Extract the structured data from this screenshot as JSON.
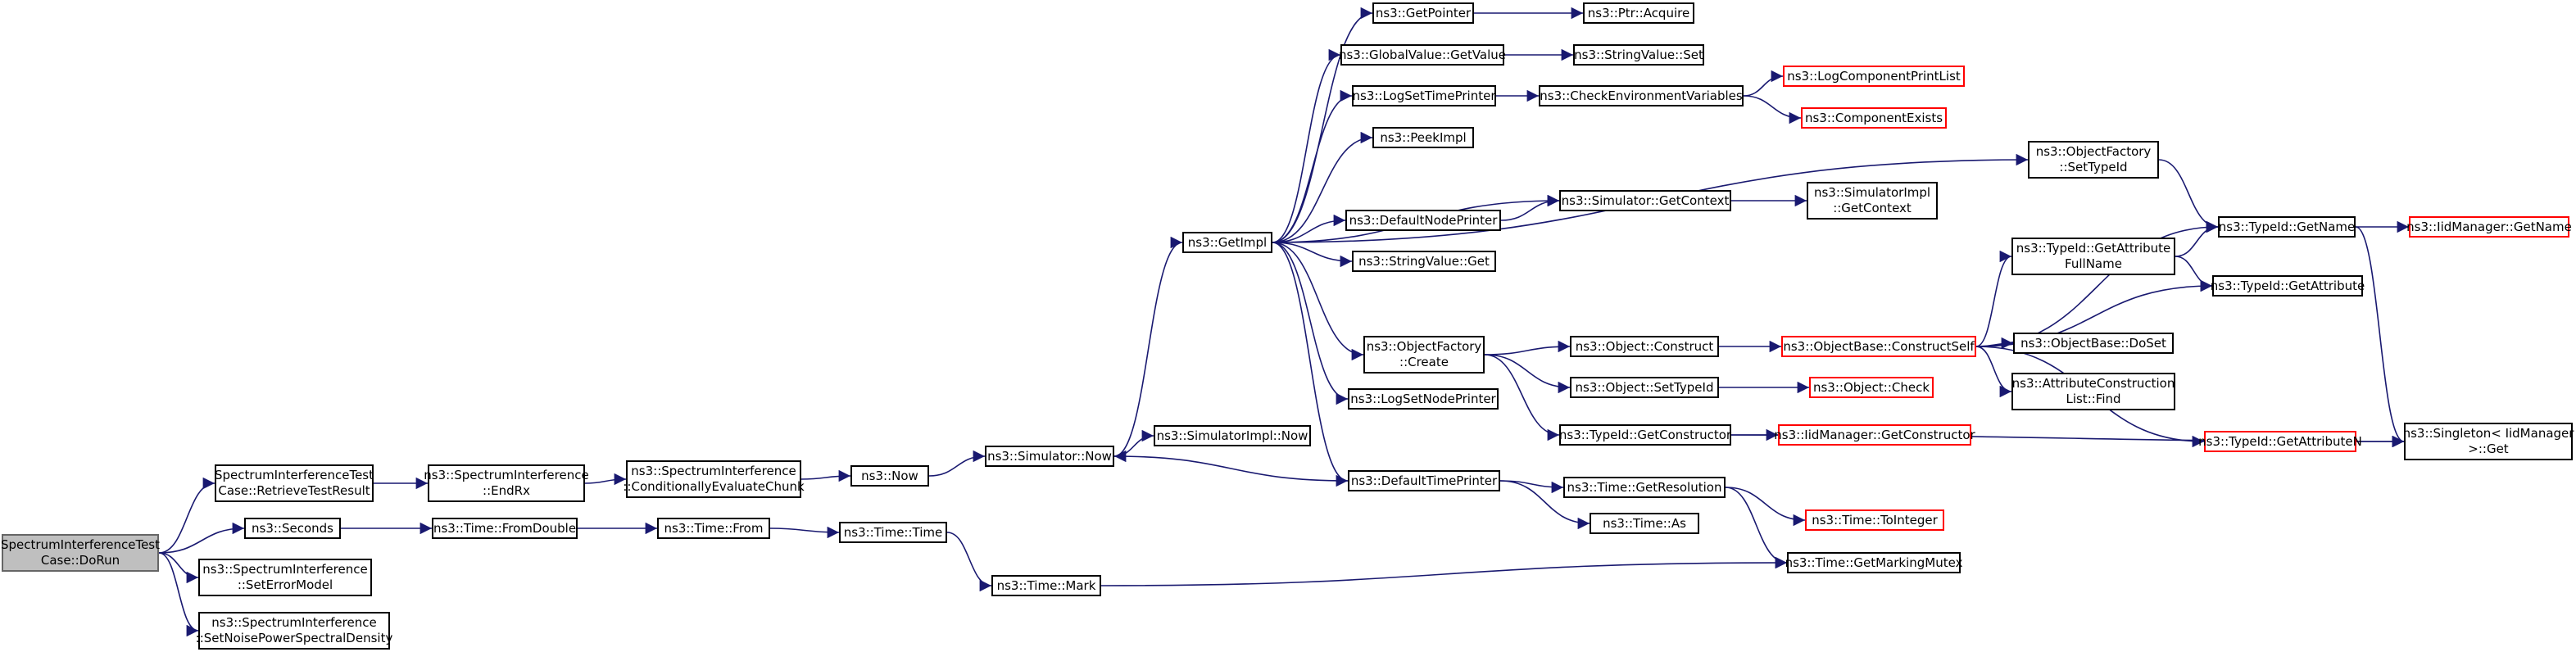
{
  "colors": {
    "edge": "#191970",
    "node_border": "#000000",
    "node_border_incomplete": "#ff0000",
    "root_fill": "#bfbfbf",
    "root_border": "#666666"
  },
  "nodes": [
    {
      "id": "doRun",
      "lines": [
        "SpectrumInterferenceTest",
        "Case::DoRun"
      ],
      "root": true
    },
    {
      "id": "retrieve",
      "lines": [
        "SpectrumInterferenceTest",
        "Case::RetrieveTestResult"
      ]
    },
    {
      "id": "seconds",
      "lines": [
        "ns3::Seconds"
      ]
    },
    {
      "id": "setErr",
      "lines": [
        "ns3::SpectrumInterference",
        "::SetErrorModel"
      ]
    },
    {
      "id": "setNoise",
      "lines": [
        "ns3::SpectrumInterference",
        "::SetNoisePowerSpectralDensity"
      ]
    },
    {
      "id": "endRx",
      "lines": [
        "ns3::SpectrumInterference",
        "::EndRx"
      ]
    },
    {
      "id": "fromDouble",
      "lines": [
        "ns3::Time::FromDouble"
      ]
    },
    {
      "id": "condEval",
      "lines": [
        "ns3::SpectrumInterference",
        "::ConditionallyEvaluateChunk"
      ]
    },
    {
      "id": "from",
      "lines": [
        "ns3::Time::From"
      ]
    },
    {
      "id": "now",
      "lines": [
        "ns3::Now"
      ]
    },
    {
      "id": "timeTime",
      "lines": [
        "ns3::Time::Time"
      ]
    },
    {
      "id": "simNow",
      "lines": [
        "ns3::Simulator::Now"
      ]
    },
    {
      "id": "mark",
      "lines": [
        "ns3::Time::Mark"
      ]
    },
    {
      "id": "simImplNow",
      "lines": [
        "ns3::SimulatorImpl::Now"
      ]
    },
    {
      "id": "getImpl",
      "lines": [
        "ns3::GetImpl"
      ]
    },
    {
      "id": "getPointer",
      "lines": [
        "ns3::GetPointer"
      ]
    },
    {
      "id": "gvGetValue",
      "lines": [
        "ns3::GlobalValue::GetValue"
      ]
    },
    {
      "id": "logSetTime",
      "lines": [
        "ns3::LogSetTimePrinter"
      ]
    },
    {
      "id": "peekImpl",
      "lines": [
        "ns3::PeekImpl"
      ]
    },
    {
      "id": "defNode",
      "lines": [
        "ns3::DefaultNodePrinter"
      ]
    },
    {
      "id": "svGet",
      "lines": [
        "ns3::StringValue::Get"
      ]
    },
    {
      "id": "ofCreate",
      "lines": [
        "ns3::ObjectFactory",
        "::Create"
      ]
    },
    {
      "id": "logSetNode",
      "lines": [
        "ns3::LogSetNodePrinter"
      ]
    },
    {
      "id": "defTime",
      "lines": [
        "ns3::DefaultTimePrinter"
      ]
    },
    {
      "id": "ptrAcquire",
      "lines": [
        "ns3::Ptr::Acquire"
      ]
    },
    {
      "id": "svSet",
      "lines": [
        "ns3::StringValue::Set"
      ]
    },
    {
      "id": "checkEnv",
      "lines": [
        "ns3::CheckEnvironmentVariables"
      ]
    },
    {
      "id": "simGetCtx",
      "lines": [
        "ns3::Simulator::GetContext"
      ]
    },
    {
      "id": "objConstruct",
      "lines": [
        "ns3::Object::Construct"
      ]
    },
    {
      "id": "objSetTypeId",
      "lines": [
        "ns3::Object::SetTypeId"
      ]
    },
    {
      "id": "tidGetCtor",
      "lines": [
        "ns3::TypeId::GetConstructor"
      ]
    },
    {
      "id": "getRes",
      "lines": [
        "ns3::Time::GetResolution"
      ]
    },
    {
      "id": "timeAs",
      "lines": [
        "ns3::Time::As"
      ]
    },
    {
      "id": "getMarkMutex",
      "lines": [
        "ns3::Time::GetMarkingMutex"
      ]
    },
    {
      "id": "logCompList",
      "lines": [
        "ns3::LogComponentPrintList"
      ],
      "incomplete": true
    },
    {
      "id": "compExists",
      "lines": [
        "ns3::ComponentExists"
      ],
      "incomplete": true
    },
    {
      "id": "simImplGetCtx",
      "lines": [
        "ns3::SimulatorImpl",
        "::GetContext"
      ]
    },
    {
      "id": "obConstructSelf",
      "lines": [
        "ns3::ObjectBase::ConstructSelf"
      ],
      "incomplete": true
    },
    {
      "id": "objCheck",
      "lines": [
        "ns3::Object::Check"
      ],
      "incomplete": true
    },
    {
      "id": "iidGetCtor",
      "lines": [
        "ns3::IidManager::GetConstructor"
      ],
      "incomplete": true
    },
    {
      "id": "toInteger",
      "lines": [
        "ns3::Time::ToInteger"
      ],
      "incomplete": true
    },
    {
      "id": "ofSetTypeId",
      "lines": [
        "ns3::ObjectFactory",
        "::SetTypeId"
      ]
    },
    {
      "id": "tidGetAttrFull",
      "lines": [
        "ns3::TypeId::GetAttribute",
        "FullName"
      ]
    },
    {
      "id": "obDoSet",
      "lines": [
        "ns3::ObjectBase::DoSet"
      ]
    },
    {
      "id": "attrFind",
      "lines": [
        "ns3::AttributeConstruction",
        "List::Find"
      ]
    },
    {
      "id": "tidGetAttrN",
      "lines": [
        "ns3::TypeId::GetAttributeN"
      ],
      "incomplete": true
    },
    {
      "id": "tidGetName",
      "lines": [
        "ns3::TypeId::GetName"
      ]
    },
    {
      "id": "tidGetAttr",
      "lines": [
        "ns3::TypeId::GetAttribute"
      ]
    },
    {
      "id": "singletonGet",
      "lines": [
        "ns3::Singleton< IidManager",
        " >::Get"
      ]
    },
    {
      "id": "iidGetName",
      "lines": [
        "ns3::IidManager::GetName"
      ],
      "incomplete": true
    }
  ],
  "edges": [
    [
      "doRun",
      "retrieve"
    ],
    [
      "doRun",
      "seconds"
    ],
    [
      "doRun",
      "setErr"
    ],
    [
      "doRun",
      "setNoise"
    ],
    [
      "retrieve",
      "endRx"
    ],
    [
      "endRx",
      "condEval"
    ],
    [
      "condEval",
      "now"
    ],
    [
      "now",
      "simNow"
    ],
    [
      "simNow",
      "simImplNow"
    ],
    [
      "simNow",
      "getImpl"
    ],
    [
      "seconds",
      "fromDouble"
    ],
    [
      "fromDouble",
      "from"
    ],
    [
      "from",
      "timeTime"
    ],
    [
      "timeTime",
      "mark"
    ],
    [
      "mark",
      "getMarkMutex"
    ],
    [
      "getImpl",
      "getPointer"
    ],
    [
      "getImpl",
      "gvGetValue"
    ],
    [
      "getImpl",
      "logSetTime"
    ],
    [
      "getImpl",
      "peekImpl"
    ],
    [
      "getImpl",
      "simGetCtx"
    ],
    [
      "getImpl",
      "defNode"
    ],
    [
      "getImpl",
      "svGet"
    ],
    [
      "getImpl",
      "ofSetTypeId"
    ],
    [
      "getImpl",
      "ofCreate"
    ],
    [
      "getImpl",
      "logSetNode"
    ],
    [
      "getImpl",
      "defTime"
    ],
    [
      "getPointer",
      "ptrAcquire"
    ],
    [
      "gvGetValue",
      "svSet"
    ],
    [
      "logSetTime",
      "checkEnv"
    ],
    [
      "checkEnv",
      "logCompList"
    ],
    [
      "checkEnv",
      "compExists"
    ],
    [
      "defNode",
      "simGetCtx"
    ],
    [
      "simGetCtx",
      "simImplGetCtx"
    ],
    [
      "ofCreate",
      "objConstruct"
    ],
    [
      "ofCreate",
      "objSetTypeId"
    ],
    [
      "ofCreate",
      "tidGetCtor"
    ],
    [
      "objConstruct",
      "obConstructSelf"
    ],
    [
      "objSetTypeId",
      "objCheck"
    ],
    [
      "tidGetCtor",
      "iidGetCtor"
    ],
    [
      "tidGetCtor",
      "singletonGet"
    ],
    [
      "defTime",
      "simNow"
    ],
    [
      "defTime",
      "getRes"
    ],
    [
      "defTime",
      "timeAs"
    ],
    [
      "getRes",
      "toInteger"
    ],
    [
      "getRes",
      "getMarkMutex"
    ],
    [
      "obConstructSelf",
      "tidGetName"
    ],
    [
      "obConstructSelf",
      "tidGetAttrFull"
    ],
    [
      "obConstructSelf",
      "tidGetAttr"
    ],
    [
      "obConstructSelf",
      "obDoSet"
    ],
    [
      "obConstructSelf",
      "attrFind"
    ],
    [
      "obConstructSelf",
      "tidGetAttrN"
    ],
    [
      "ofSetTypeId",
      "tidGetName"
    ],
    [
      "tidGetAttrFull",
      "tidGetName"
    ],
    [
      "tidGetAttrFull",
      "tidGetAttr"
    ],
    [
      "tidGetName",
      "iidGetName"
    ],
    [
      "tidGetName",
      "singletonGet"
    ],
    [
      "tidGetAttrN",
      "singletonGet"
    ]
  ]
}
